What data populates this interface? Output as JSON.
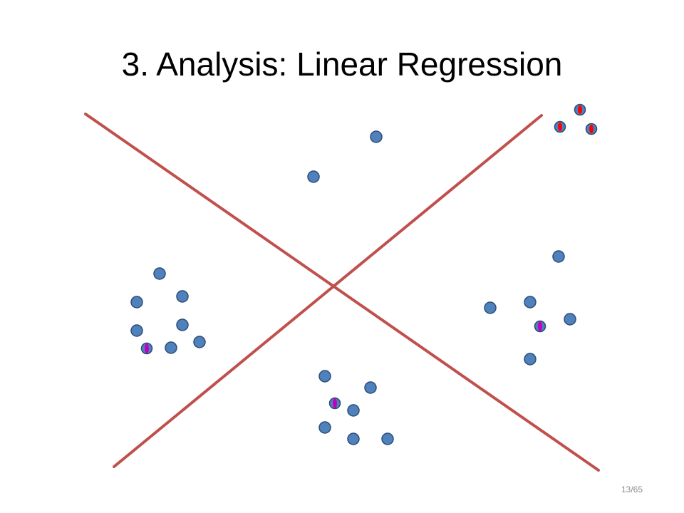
{
  "slide": {
    "title": "3. Analysis: Linear Regression",
    "page_number": "13/65"
  },
  "colors": {
    "line": "#c0504d",
    "point_fill": "#4f81bd",
    "point_stroke": "#2c4d75",
    "magenta_marker": "#c000c0",
    "red_marker": "#ff0000"
  },
  "diagram": {
    "lines": [
      {
        "name": "regression-line-descending"
      },
      {
        "name": "regression-line-ascending"
      }
    ],
    "point_groups": [
      {
        "name": "cluster-left",
        "points": 8,
        "highlighted": 1,
        "highlight_color": "magenta"
      },
      {
        "name": "cluster-bottom",
        "points": 7,
        "highlighted": 1,
        "highlight_color": "magenta"
      },
      {
        "name": "cluster-right",
        "points": 6,
        "highlighted": 1,
        "highlight_color": "magenta"
      },
      {
        "name": "cluster-top",
        "points": 2,
        "highlighted": 0
      },
      {
        "name": "cluster-top-right",
        "points": 3,
        "highlighted": 3,
        "highlight_color": "red"
      }
    ]
  }
}
